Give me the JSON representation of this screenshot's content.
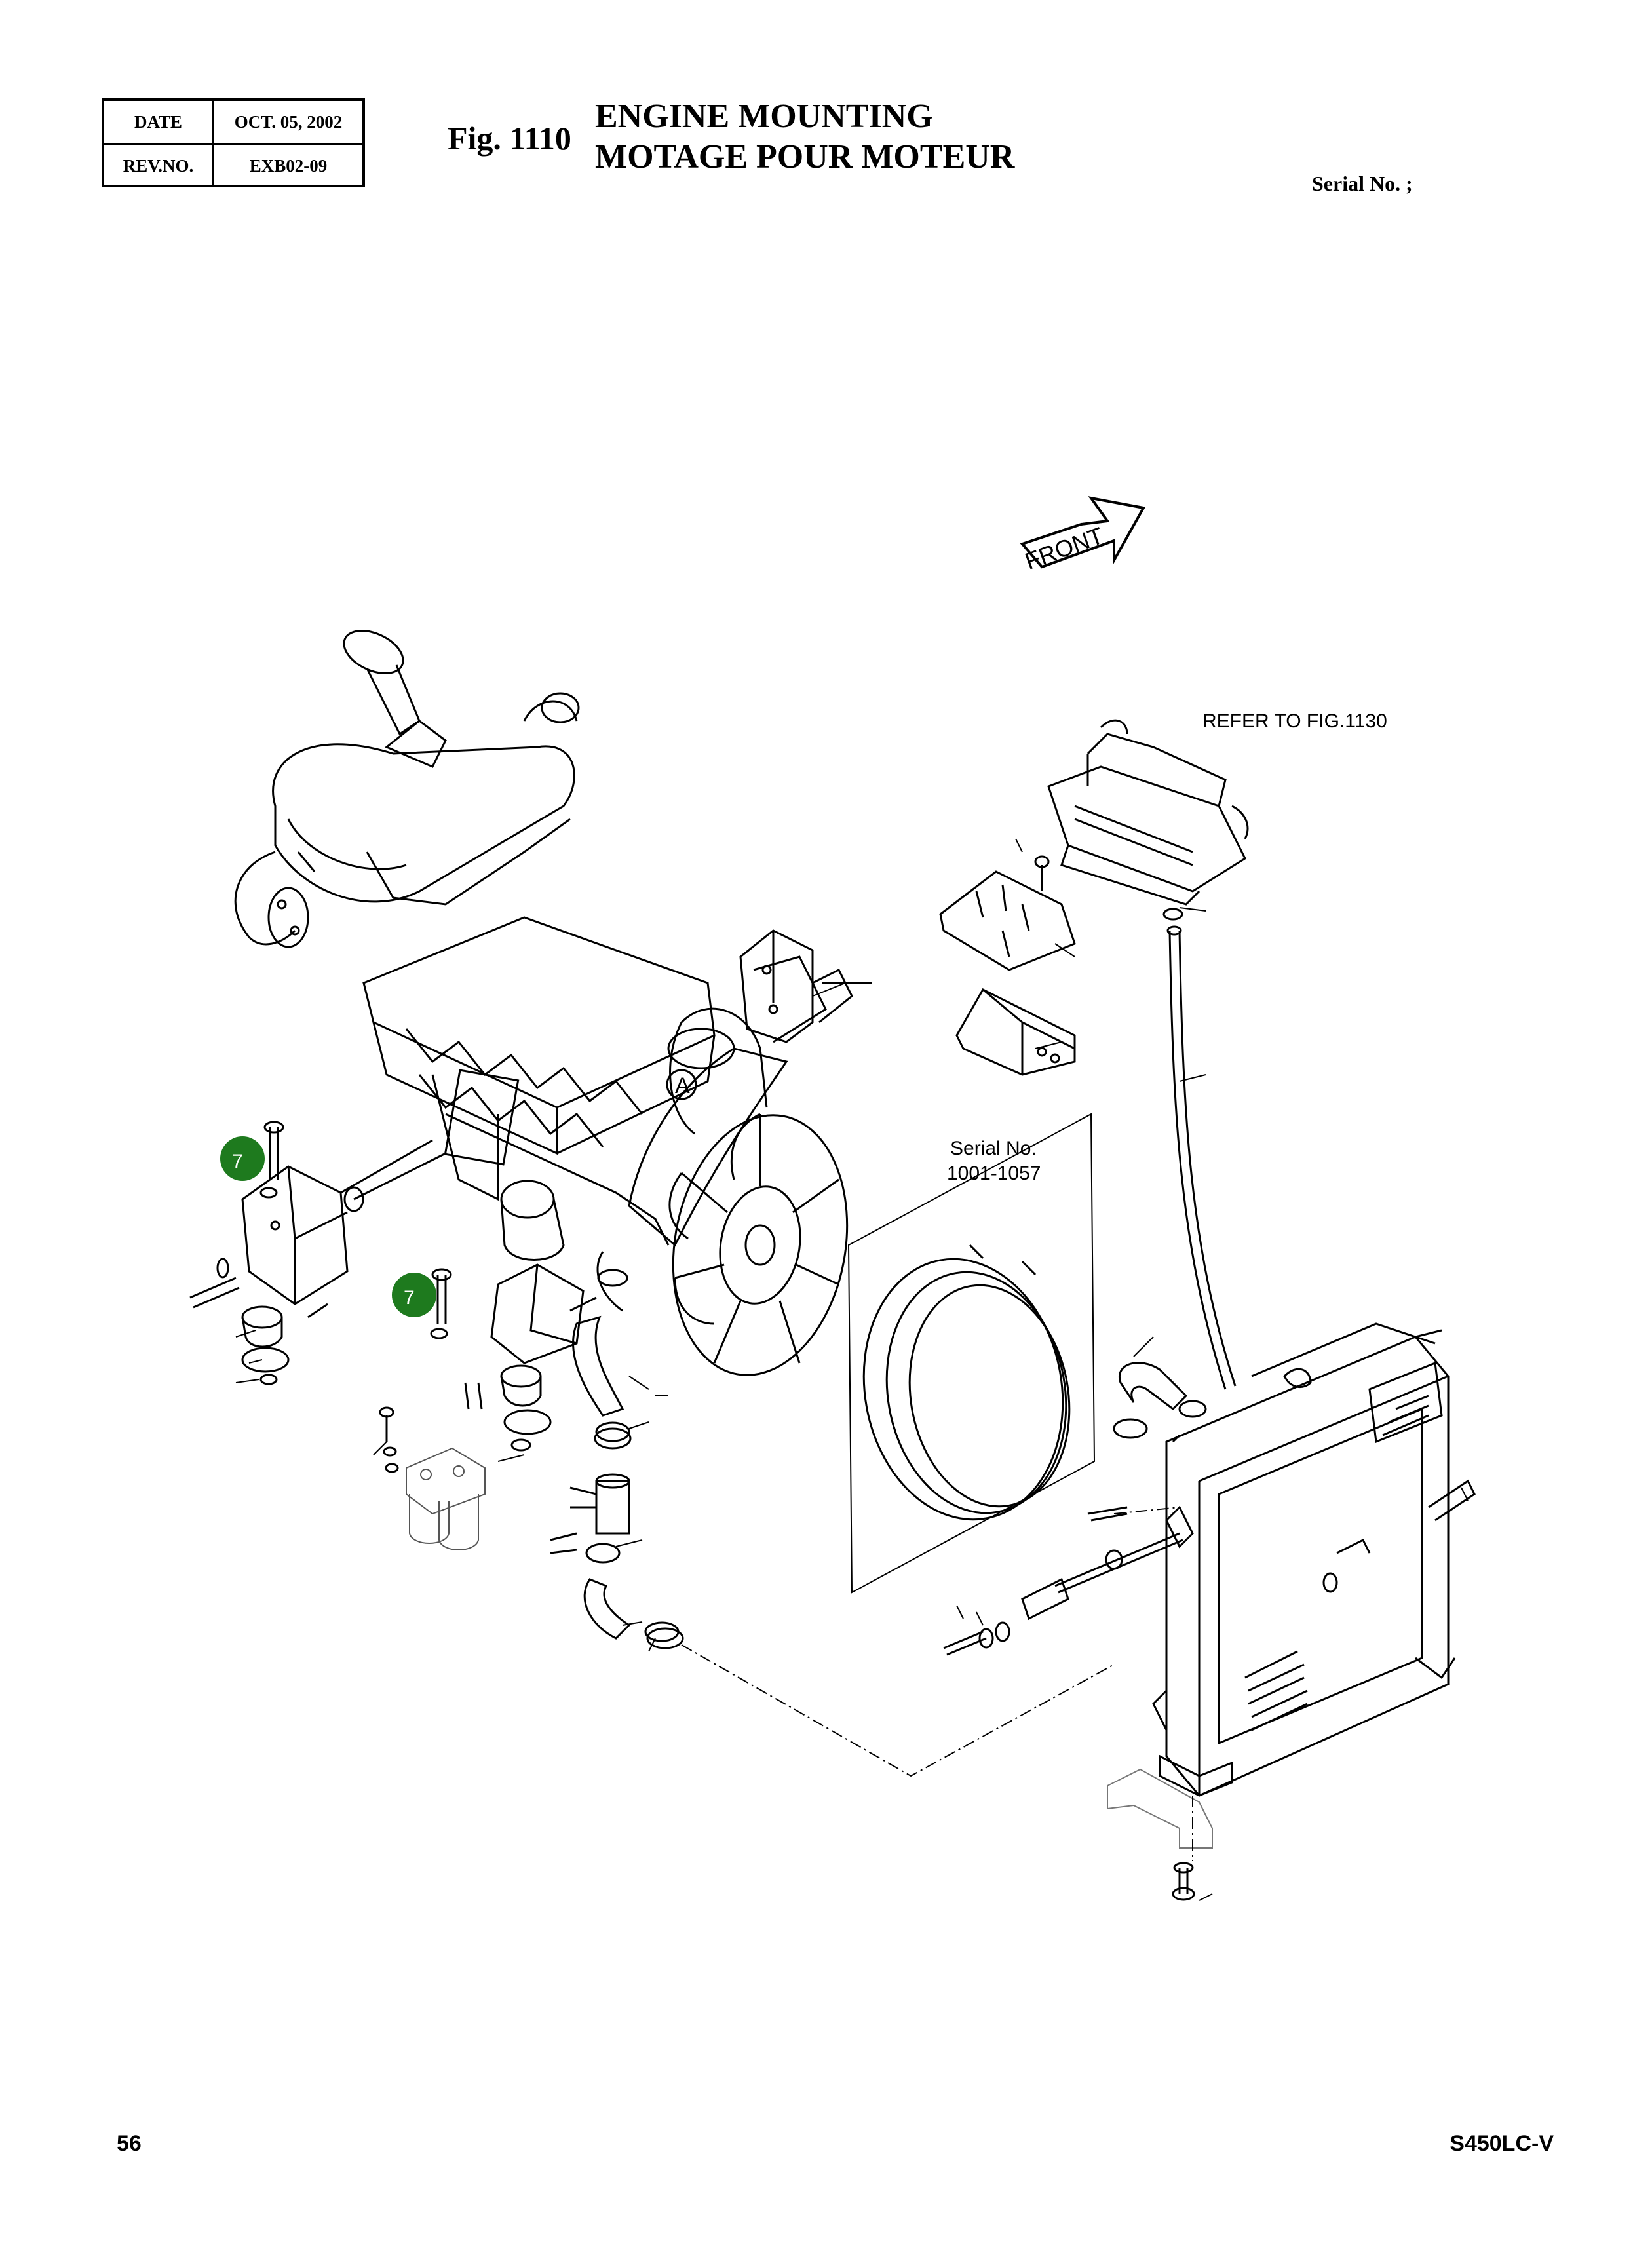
{
  "header": {
    "date_label": "DATE",
    "date_value": "OCT. 05, 2002",
    "rev_label": "REV.NO.",
    "rev_value": "EXB02-09",
    "fig_number": "Fig. 1110",
    "title_en": "ENGINE MOUNTING",
    "title_fr": "MOTAGE POUR MOTEUR",
    "serial_label": "Serial No. ;"
  },
  "diagram": {
    "front_label": "FRONT",
    "refer_label": "REFER TO FIG.1130",
    "serial_box_label": "Serial No.",
    "serial_box_range": "1001-1057",
    "callout_a": "A",
    "callouts": [
      {
        "id": "callout-7-left",
        "label": "7"
      },
      {
        "id": "callout-7-center",
        "label": "7"
      }
    ],
    "callout_color": "#1e7a1e"
  },
  "footer": {
    "page_number": "56",
    "model": "S450LC-V"
  }
}
